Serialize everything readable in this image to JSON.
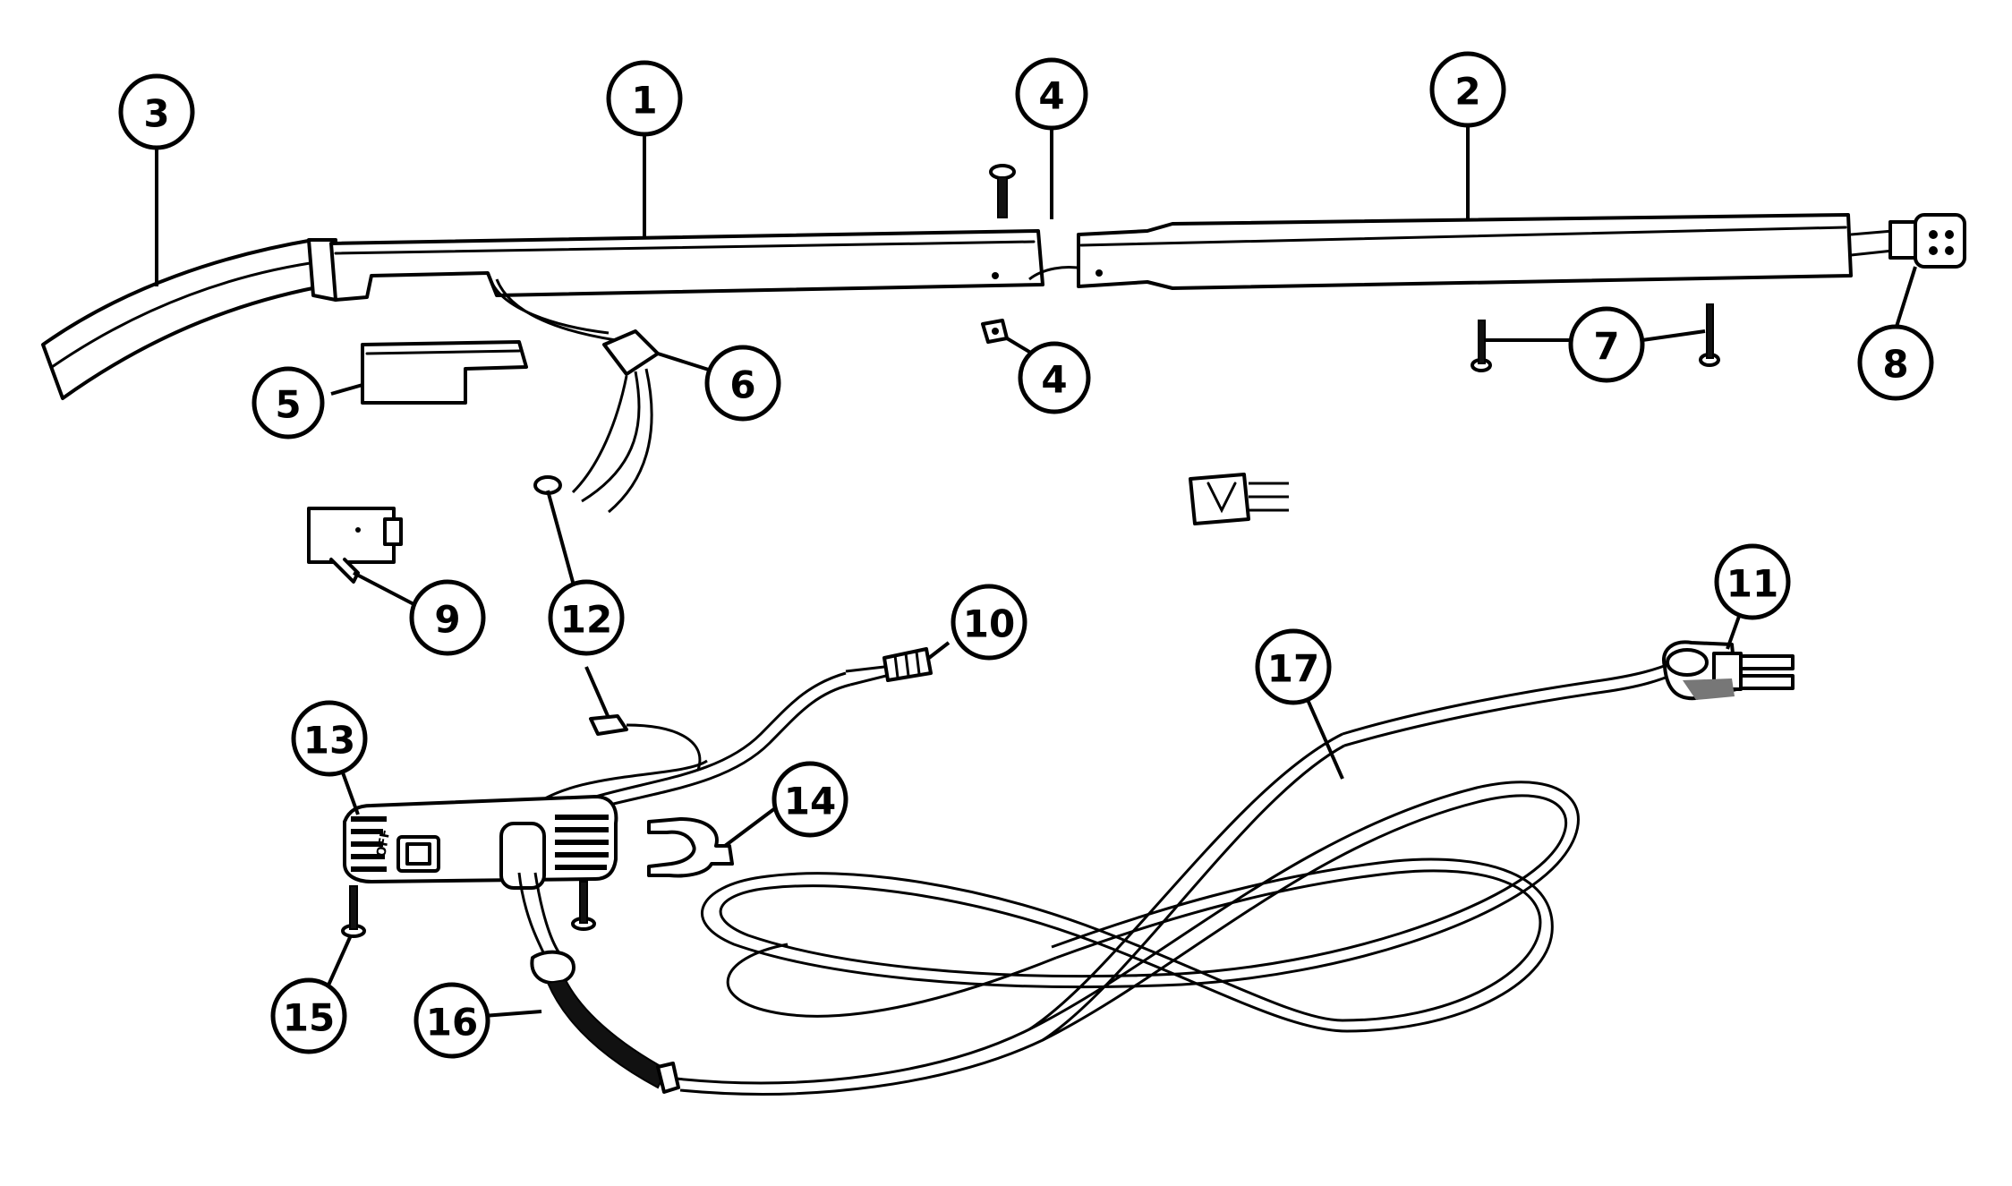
{
  "callouts": {
    "c1": "1",
    "c2": "2",
    "c3": "3",
    "c4a": "4",
    "c4b": "4",
    "c5": "5",
    "c6": "6",
    "c7": "7",
    "c8": "8",
    "c9": "9",
    "c10": "10",
    "c11": "11",
    "c12": "12",
    "c13": "13",
    "c14": "14",
    "c15": "15",
    "c16": "16",
    "c17": "17"
  },
  "switch_marks": {
    "off": "OFF",
    "on": "ON"
  }
}
